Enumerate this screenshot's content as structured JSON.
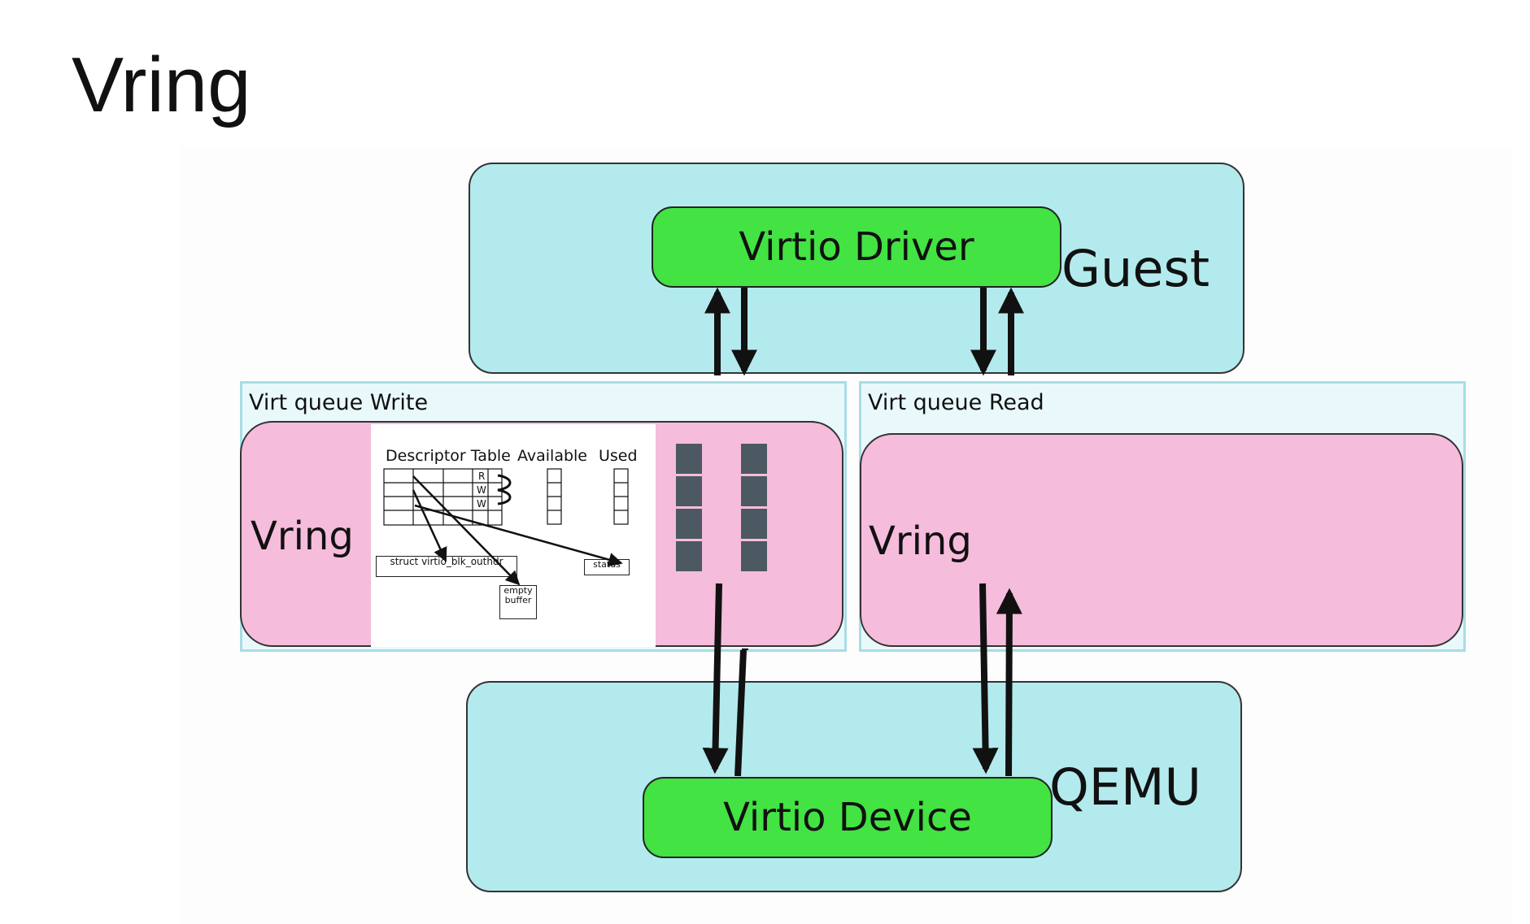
{
  "title": "Vring",
  "guest": {
    "label": "Guest",
    "driver_label": "Virtio Driver"
  },
  "qemu": {
    "label": "QEMU",
    "device_label": "Virtio Device"
  },
  "queue_write": {
    "label": "Virt queue Write",
    "ring_label": "Vring",
    "inset": {
      "descriptor_table": "Descriptor Table",
      "available": "Available",
      "used": "Used",
      "flags": [
        "R",
        "W",
        "W"
      ],
      "struct_label": "struct virtio_blk_outhdr",
      "buffer_label": "empty buffer",
      "status_label": "status"
    }
  },
  "queue_read": {
    "label": "Virt queue Read",
    "ring_label": "Vring"
  },
  "colors": {
    "zone": "#b3eaed",
    "component": "#42e342",
    "ring": "#f6bcdb",
    "queue": "#e9f9fb",
    "slot": "#4c5962"
  }
}
